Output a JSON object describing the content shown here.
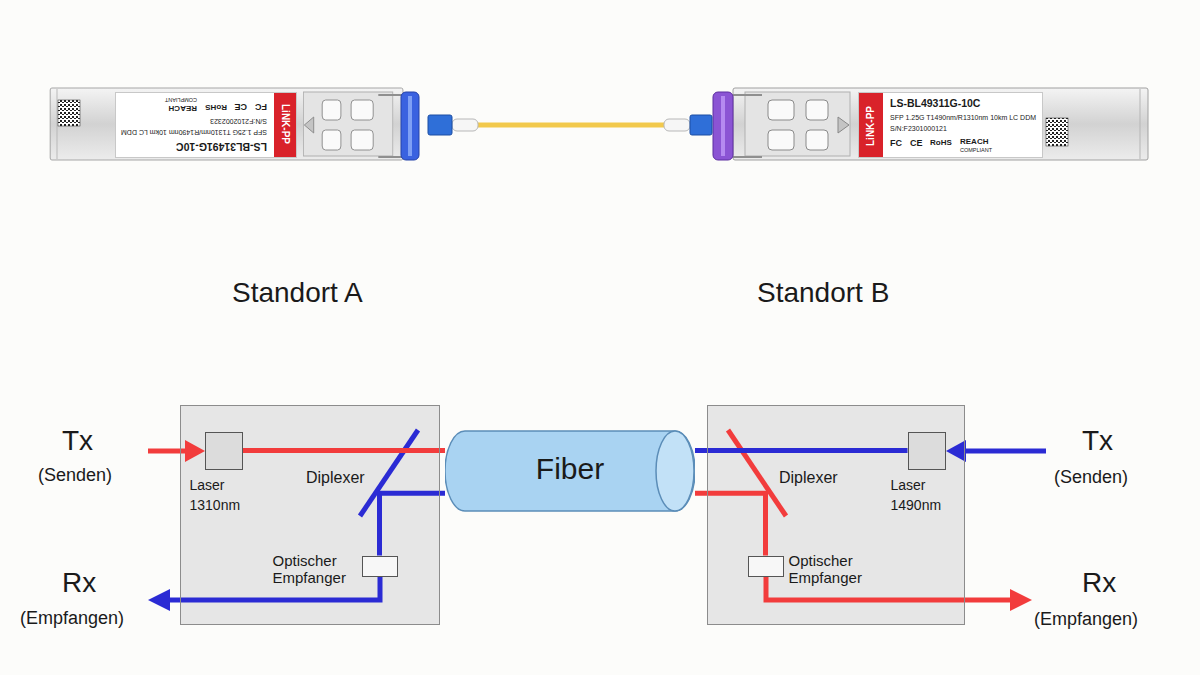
{
  "diagram": {
    "nodes": [
      {
        "text": [
          "Diplexer"
        ]
      },
      {
        "text": [
          "Laser 1310nm"
        ],
        "in": 0
      },
      {
        "text": [
          "Optischer Empfanger"
        ],
        "in": 0
      },
      {
        "text": [
          "Fiber"
        ]
      },
      {
        "text": [
          "Diplexer"
        ]
      },
      {
        "text": [
          "Laser 1490nm"
        ],
        "in": 4
      },
      {
        "text": [
          "Optischer Empfanger"
        ],
        "in": 4
      }
    ],
    "edges": [
      {
        "from": 1,
        "to": 3,
        "arrow": "none"
      },
      {
        "from": 3,
        "to": 6,
        "arrow": "none"
      },
      {
        "from": 5,
        "to": 3,
        "arrow": "none"
      },
      {
        "from": 3,
        "to": 2,
        "arrow": "none"
      }
    ],
    "labels": [
      "LiNK-PP",
      "LS-BL31491G-10C",
      "SFP 1.25G T1310nm/R1490nm 10km LC DDM",
      "S/N:F2102002323",
      "FC",
      "CE",
      "RoHS",
      "REACH",
      "COMPLIANT",
      "LiNK-PP",
      "LS-BL49311G-10C",
      "SFP 1.25G T1490nm/R1310nm 10km LC DDM",
      "S/N:F2301000121",
      "FC",
      "CE",
      "RoHS",
      "REACH",
      "COMPLIANT",
      "Standort A",
      "Standort B",
      "Tx",
      "(Senden)",
      "Rx",
      "(Empfangen)",
      "Tx",
      "(Senden)",
      "Rx",
      "(Empfangen)"
    ]
  }
}
